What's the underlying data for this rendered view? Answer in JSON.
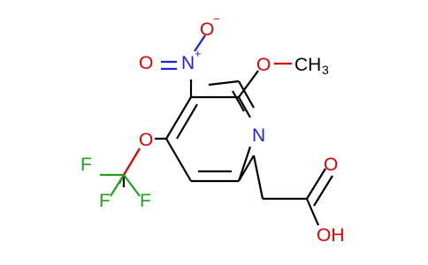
{
  "molecule": {
    "atoms": {
      "nitro_o_minus": "O",
      "nitro_o_minus_charge": "−",
      "nitro_n": "N",
      "nitro_n_charge": "+",
      "nitro_o_double": "O",
      "methoxy_o": "O",
      "methyl_c": "CH",
      "methyl_sub": "3",
      "ring_n": "N",
      "ocf3_o": "O",
      "f_top": "F",
      "f_left": "F",
      "f_right": "F",
      "carbonyl_o": "O",
      "hydroxyl": "OH"
    },
    "colors": {
      "oxygen": "#e00000",
      "nitrogen": "#1f1fe0",
      "fluorine": "#1fa01f",
      "carbon_bond": "#000000"
    }
  }
}
